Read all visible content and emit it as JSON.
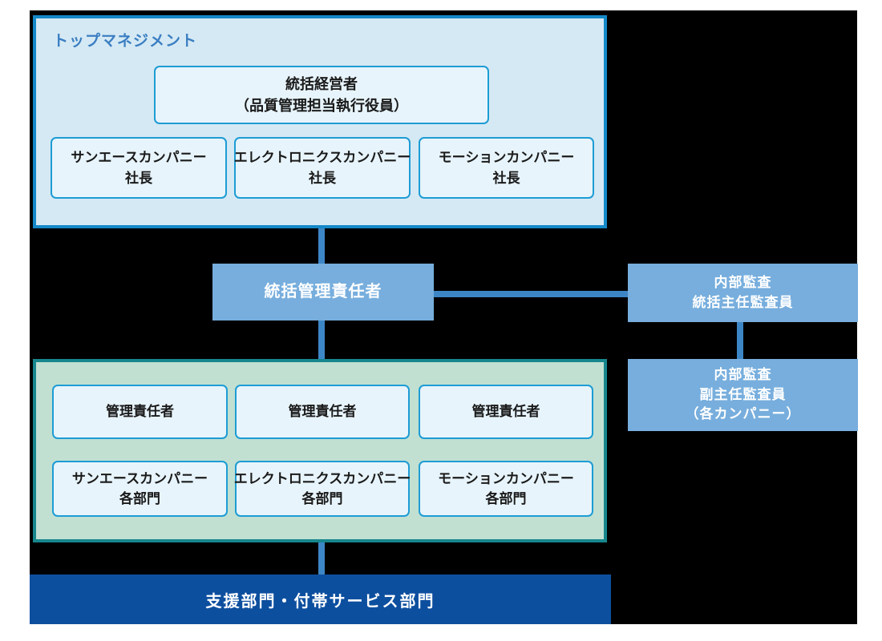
{
  "colors": {
    "bg-black": "#000000",
    "panel-blue-fill": "#d5e9f4",
    "panel-blue-border": "#1488c8",
    "box-fill": "#e7f4fb",
    "box-border": "#1d9cd4",
    "label-blue": "#3a7ec2",
    "solid-blue-fill": "#77aedd",
    "connector-blue": "#3d86c6",
    "panel-green-fill": "#c1e0d2",
    "panel-green-border": "#17868d",
    "support-bar-fill": "#0d4f9f",
    "text-dark": "#1a1a1a",
    "text-white": "#ffffff"
  },
  "top_management": {
    "label": "トップマネジメント",
    "executive_box": {
      "line1": "統括経営者",
      "line2": "（品質管理担当執行役員）"
    },
    "president_boxes": [
      {
        "line1": "サンエースカンパニー",
        "line2": "社長"
      },
      {
        "line1": "エレクトロニクスカンパニー",
        "line2": "社長"
      },
      {
        "line1": "モーションカンパニー",
        "line2": "社長"
      }
    ]
  },
  "general_manager_box": {
    "label": "統括管理責任者"
  },
  "internal_audit": {
    "chief_box": {
      "line1": "内部監査",
      "line2": "統括主任監査員"
    },
    "deputy_box": {
      "line1": "内部監査",
      "line2": "副主任監査員",
      "line3": "（各カンパニー）"
    }
  },
  "companies_section": {
    "manager_boxes": [
      {
        "label": "管理責任者"
      },
      {
        "label": "管理責任者"
      },
      {
        "label": "管理責任者"
      }
    ],
    "department_boxes": [
      {
        "line1": "サンエースカンパニー",
        "line2": "各部門"
      },
      {
        "line1": "エレクトロニクスカンパニー",
        "line2": "各部門"
      },
      {
        "line1": "モーションカンパニー",
        "line2": "各部門"
      }
    ]
  },
  "support_bar": {
    "label": "支援部門・付帯サービス部門"
  }
}
